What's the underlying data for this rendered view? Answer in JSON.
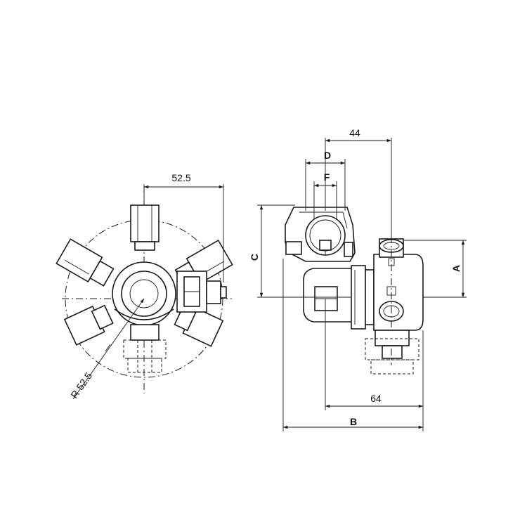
{
  "dimensions": {
    "left_top_width": "52.5",
    "radius": "R 52.5",
    "right_top": "44",
    "right_D": "D",
    "right_F": "F",
    "right_C": "C",
    "right_A": "A",
    "right_64": "64",
    "right_B": "B"
  },
  "colors": {
    "line": "#1a1a1a",
    "background": "#ffffff"
  }
}
